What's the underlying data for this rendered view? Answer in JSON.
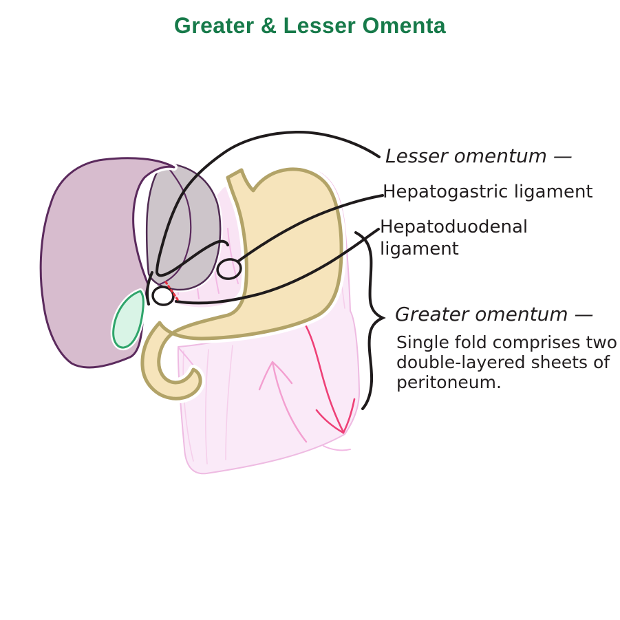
{
  "title": "Greater & Lesser Omenta",
  "labels": {
    "lesser_omentum": "Lesser omentum —",
    "hepatogastric": "Hepatogastric ligament",
    "hepatoduodenal": "Hepatoduodenal ligament",
    "greater_omentum": "Greater omentum —",
    "note_lines": {
      "0": "Single fold comprises two",
      "1": "double-layered sheets of",
      "2": "peritoneum."
    }
  },
  "palette": {
    "title_green": "#177a4a",
    "ink_black": "#1f1b1c",
    "liver_left_fill": "#d7bcce",
    "liver_right_fill": "#cdc5ca",
    "liver_outline": "#5b2a5d",
    "gallbladder_fill": "#d9f4e6",
    "gallbladder_outline": "#2fa56b",
    "stomach_fill": "#f6e4bb",
    "stomach_outline": "#b2a368",
    "greater_omentum_fill": "#faeaf8",
    "lesser_omentum_fill": "#f9e4f4",
    "omentum_fold_pink": "#f2b9e4",
    "omentum_vein_pink": "#ee4077",
    "marker_dash_red": "#e5333f"
  },
  "figure_parts": {
    "liver_left_lobe": "liver left lobe",
    "liver_right_lobe": "liver right lobe",
    "gallbladder": "gallbladder",
    "stomach_duodenum": "stomach and duodenum",
    "greater_omentum_sheet": "greater omentum apron",
    "lesser_omentum_membrane": "lesser omentum membrane"
  }
}
